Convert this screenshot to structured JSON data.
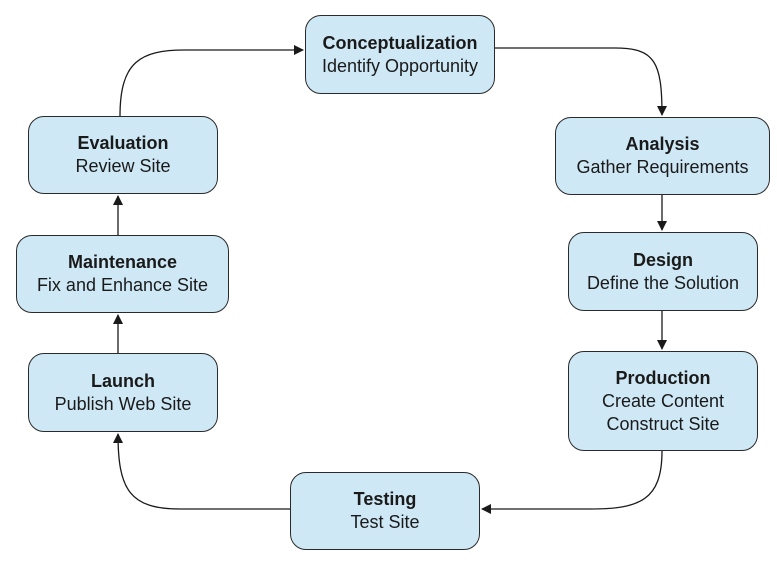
{
  "nodes": {
    "conceptualization": {
      "title": "Conceptualization",
      "lines": [
        "Identify Opportunity"
      ]
    },
    "analysis": {
      "title": "Analysis",
      "lines": [
        "Gather Requirements"
      ]
    },
    "design": {
      "title": "Design",
      "lines": [
        "Define the Solution"
      ]
    },
    "production": {
      "title": "Production",
      "lines": [
        "Create Content",
        "Construct Site"
      ]
    },
    "testing": {
      "title": "Testing",
      "lines": [
        "Test Site"
      ]
    },
    "launch": {
      "title": "Launch",
      "lines": [
        "Publish Web Site"
      ]
    },
    "maintenance": {
      "title": "Maintenance",
      "lines": [
        "Fix and Enhance Site"
      ]
    },
    "evaluation": {
      "title": "Evaluation",
      "lines": [
        "Review Site"
      ]
    }
  },
  "edges": [
    {
      "from": "conceptualization",
      "to": "analysis"
    },
    {
      "from": "analysis",
      "to": "design"
    },
    {
      "from": "design",
      "to": "production"
    },
    {
      "from": "production",
      "to": "testing"
    },
    {
      "from": "testing",
      "to": "launch"
    },
    {
      "from": "launch",
      "to": "maintenance"
    },
    {
      "from": "maintenance",
      "to": "evaluation"
    },
    {
      "from": "evaluation",
      "to": "conceptualization"
    }
  ],
  "colors": {
    "node_fill": "#cfe8f6",
    "node_border": "#2a2a2a",
    "arrow": "#1a1a1a"
  }
}
